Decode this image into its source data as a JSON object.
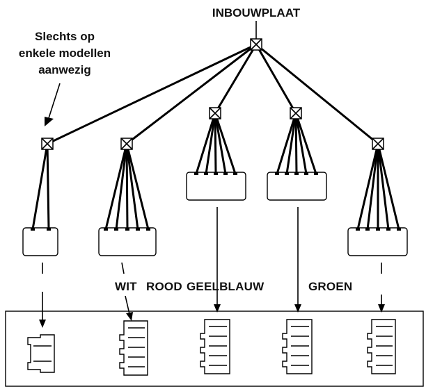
{
  "title": "INBOUWPLAAT",
  "note": [
    "Slechts op",
    "enkele modellen",
    "aanwezig"
  ],
  "colors": [
    "WIT",
    "ROOD",
    "GEELBLAUW",
    "GROEN"
  ]
}
